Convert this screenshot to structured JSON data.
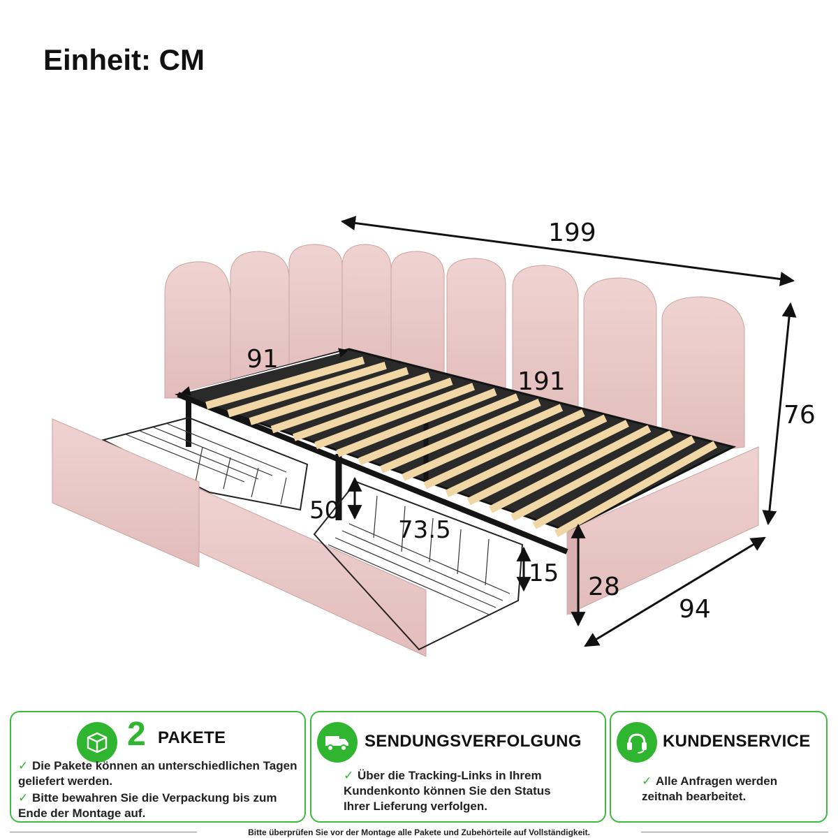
{
  "title": "Einheit: CM",
  "dimensions": {
    "total_length": "199",
    "height": "76",
    "depth": "94",
    "inner_width": "91",
    "inner_length": "191",
    "side_panel_height": "28",
    "drawer_width": "50",
    "drawer_length": "73.5",
    "drawer_height": "15"
  },
  "colors": {
    "accent_green": "#2fb52f",
    "upholstery_pink": "#e9c8c6",
    "slat_wood": "#f2d7a6",
    "frame_black": "#141414"
  },
  "cards": {
    "packages": {
      "number": "2",
      "heading": "PAKETE",
      "icon": "box-icon",
      "notes": [
        "Die Pakete können an unterschiedlichen Tagen geliefert werden.",
        "Bitte bewahren Sie die Verpackung bis zum Ende der Montage auf."
      ]
    },
    "tracking": {
      "heading": "SENDUNGSVERFOLGUNG",
      "icon": "truck-icon",
      "notes": [
        "Über die Tracking-Links in Ihrem Kundenkonto können Sie den Status Ihrer Lieferung verfolgen."
      ]
    },
    "service": {
      "heading": "KUNDENSERVICE",
      "icon": "headset-icon",
      "notes": [
        "Alle Anfragen werden zeitnah bearbeitet."
      ]
    }
  },
  "footer": "Bitte überprüfen Sie vor der Montage alle Pakete und Zubehörteile auf Vollständigkeit."
}
